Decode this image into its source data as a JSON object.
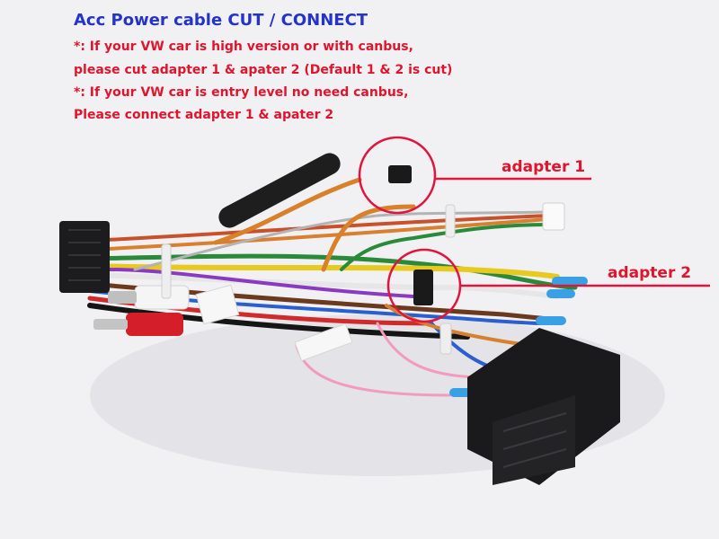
{
  "title": "Acc Power cable CUT / CONNECT",
  "notes": [
    "*: If your VW car is high version or with canbus,",
    "please cut adapter 1 & apater 2 (Default 1 & 2 is cut)",
    "*: If your VW car is entry level no need canbus,",
    "Please connect  adapter 1 & apater 2"
  ],
  "callouts": {
    "adapter1": "adapter 1",
    "adapter2": "adapter 2"
  },
  "colors": {
    "title": "#2433c8",
    "note": "#e0142c",
    "callout_line": "#e0143c",
    "connector": "#1c1c1e",
    "background": "#f1f1f3"
  }
}
